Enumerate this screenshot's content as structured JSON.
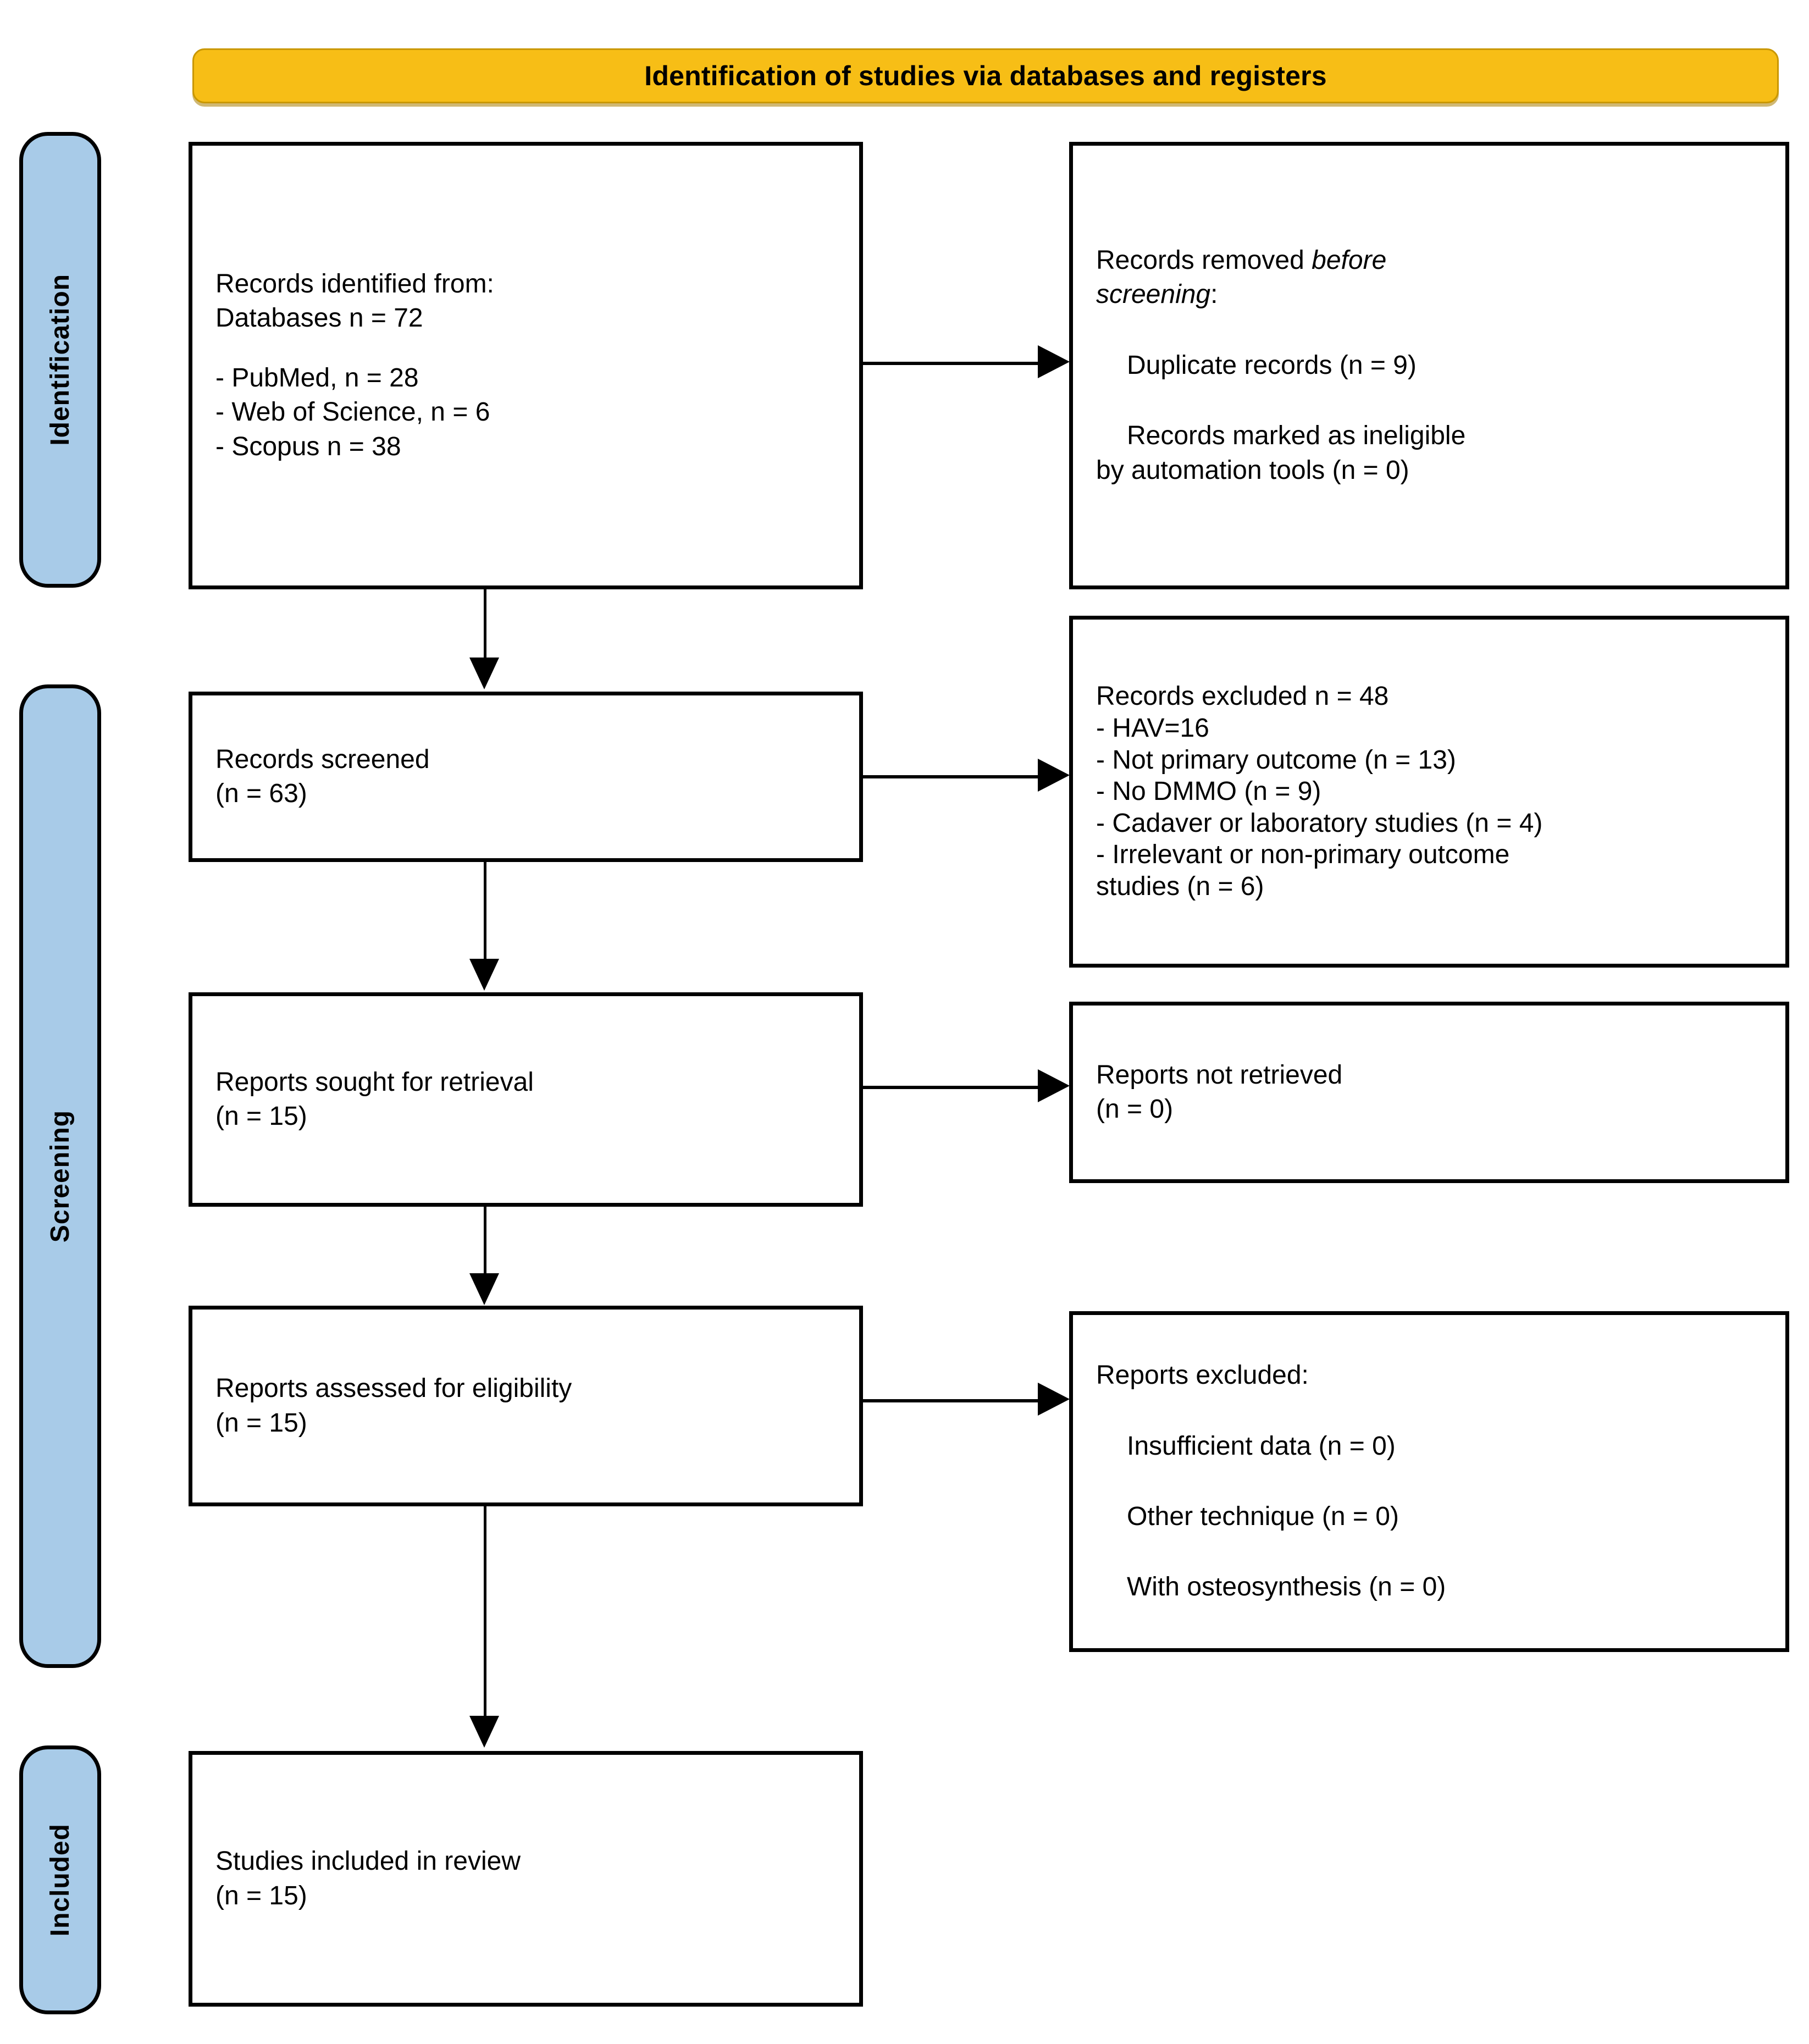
{
  "banner": {
    "title": "Identification of studies via databases and registers"
  },
  "stages": [
    {
      "label": "Identification"
    },
    {
      "label": "Screening"
    },
    {
      "label": "Included"
    }
  ],
  "boxes": {
    "records_identified": {
      "line1": "Records identified from:",
      "line2": "Databases n = 72",
      "source1": "- PubMed, n = 28",
      "source2": "- Web of Science, n = 6",
      "source3": "- Scopus n = 38"
    },
    "records_removed": {
      "line1": "Records removed ",
      "line1_italic": "before",
      "line2_italic": "screening",
      "line2_tail": ":",
      "item1": "Duplicate records (n = 9)",
      "item2a": "Records marked as ineligible",
      "item2b": "by automation tools (n = 0)"
    },
    "records_screened": {
      "line1": "Records screened",
      "line2": "(n = 63)"
    },
    "records_excluded": {
      "line1": "Records excluded n = 48",
      "item1": "- HAV=16",
      "item2": "- Not primary outcome (n = 13)",
      "item3": "- No DMMO (n = 9)",
      "item4": "- Cadaver or laboratory studies (n = 4)",
      "item5a": "- Irrelevant or non-primary outcome",
      "item5b": "studies (n = 6)"
    },
    "reports_sought": {
      "line1": "Reports sought for retrieval",
      "line2": "(n = 15)"
    },
    "reports_not_retrieved": {
      "line1": "Reports not retrieved",
      "line2": "(n = 0)"
    },
    "reports_assessed": {
      "line1": "Reports assessed for eligibility",
      "line2": "(n = 15)"
    },
    "reports_excluded": {
      "line1": "Reports excluded:",
      "item1": "Insufficient data (n = 0)",
      "item2": "Other technique (n = 0)",
      "item3": "With osteosynthesis (n = 0)"
    },
    "studies_included": {
      "line1": "Studies included in review",
      "line2": "(n = 15)"
    }
  },
  "colors": {
    "banner_fill": "#F7BE16",
    "banner_border": "#C99700",
    "stage_fill": "#A8CBE8",
    "line": "#000000",
    "box_fill": "#FFFFFF"
  }
}
